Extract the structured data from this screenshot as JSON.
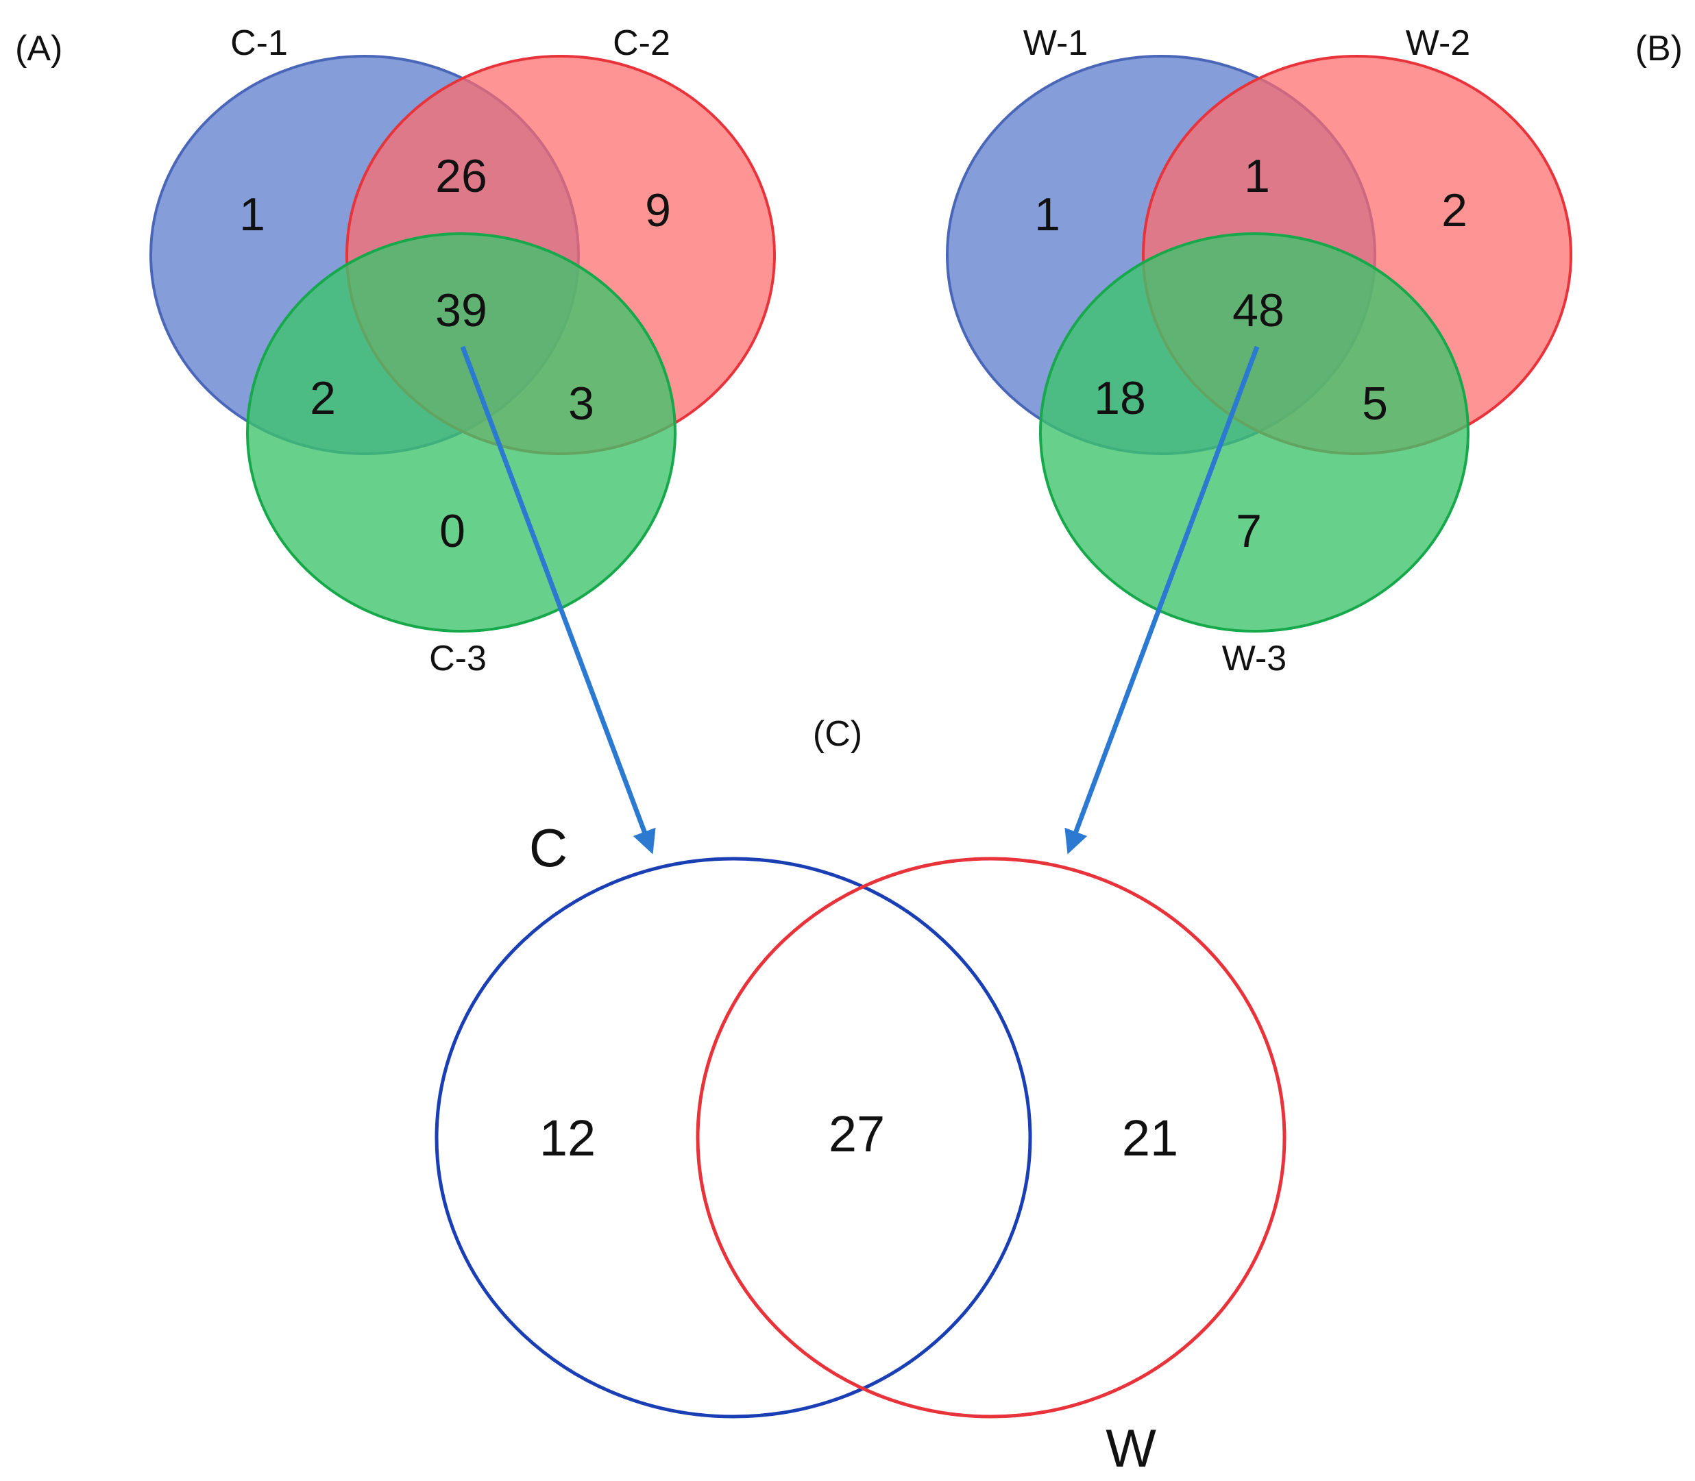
{
  "panels": {
    "A": {
      "label": "(A)",
      "sets": [
        "C-1",
        "C-2",
        "C-3"
      ],
      "regions": {
        "only_1": "1",
        "only_2": "9",
        "only_3": "0",
        "n_1_2": "26",
        "n_1_3": "2",
        "n_2_3": "3",
        "n_1_2_3": "39"
      }
    },
    "B": {
      "label": "(B)",
      "sets": [
        "W-1",
        "W-2",
        "W-3"
      ],
      "regions": {
        "only_1": "1",
        "only_2": "2",
        "only_3": "7",
        "n_1_2": "1",
        "n_1_3": "18",
        "n_2_3": "5",
        "n_1_2_3": "48"
      }
    },
    "C": {
      "label": "(C)",
      "sets": [
        "C",
        "W"
      ],
      "regions": {
        "only_left": "12",
        "both": "27",
        "only_right": "21"
      }
    }
  },
  "colors": {
    "blue_fill": "#6a87cf",
    "red_fill": "#ff6b6b",
    "green_fill": "#3cc46b",
    "blue_stroke": "#1a3fb5",
    "red_stroke": "#e8333b",
    "green_stroke": "#16a84a",
    "arrow": "#2b79d1"
  }
}
